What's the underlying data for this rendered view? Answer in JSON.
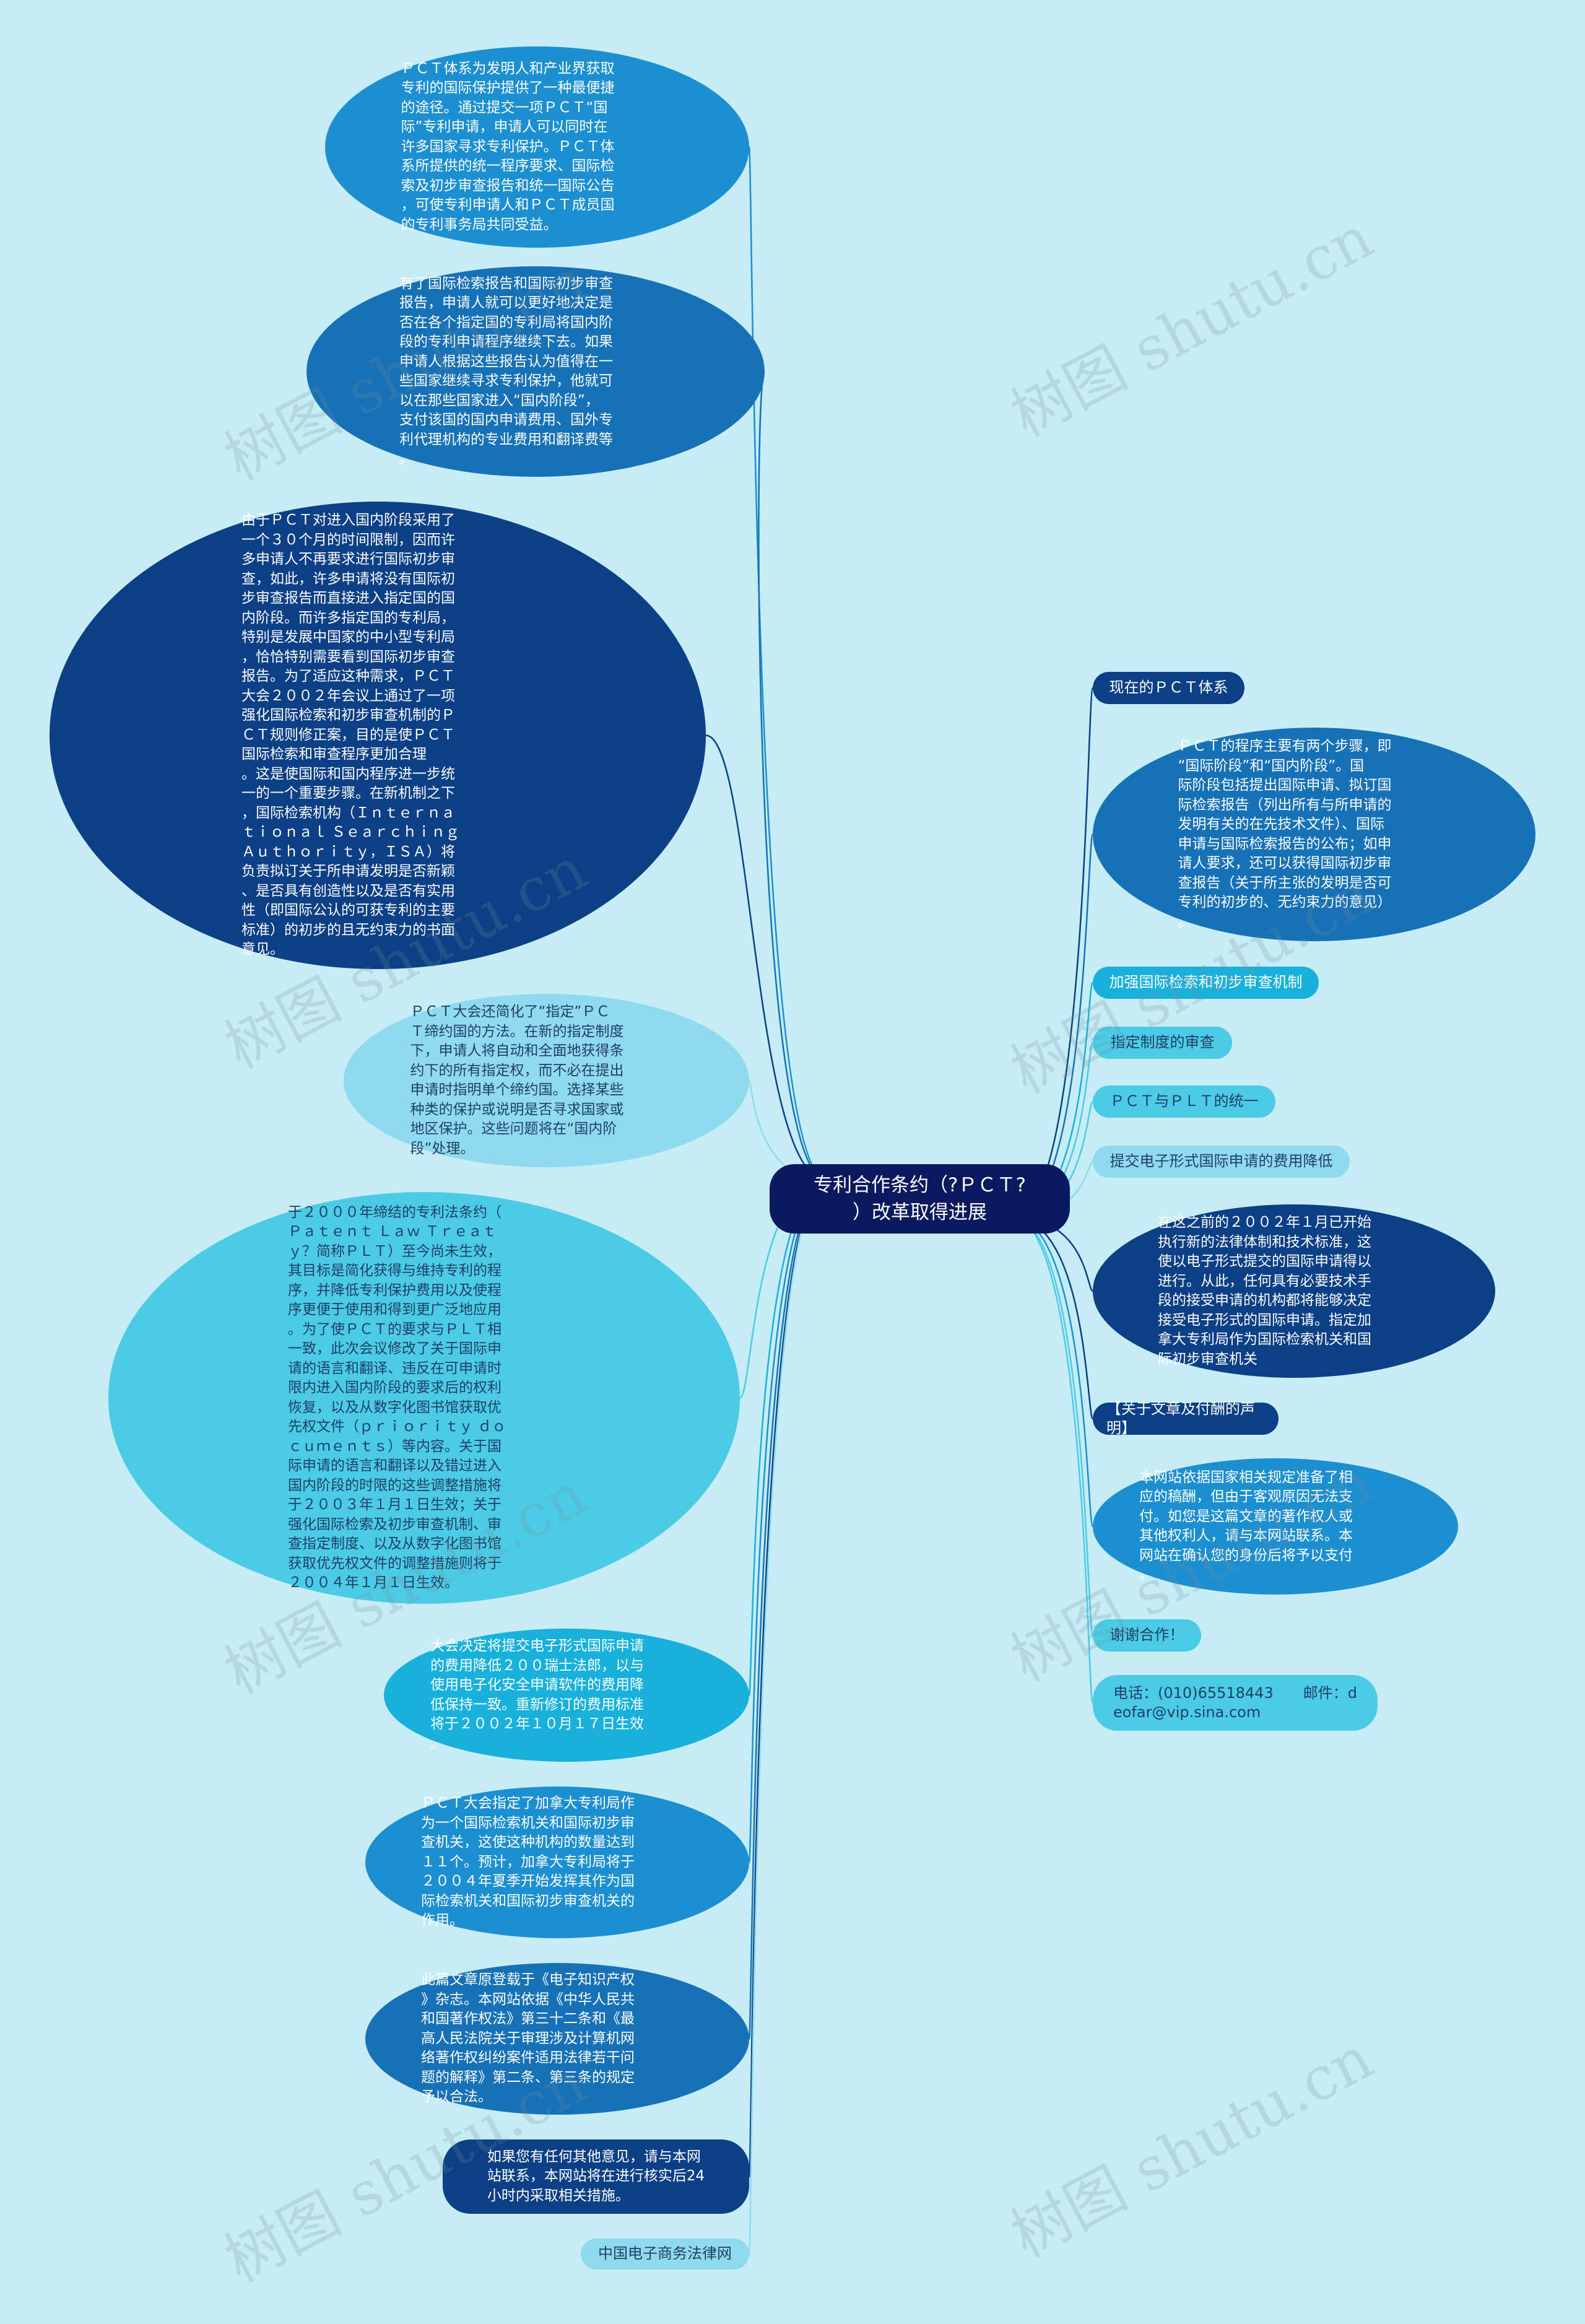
{
  "central": {
    "title": "专利合作条约（?ＰＣＴ?\n）改革取得进展"
  },
  "left_nodes": [
    {
      "text": "ＰＣＴ体系为发明人和产业界获取\n专利的国际保护提供了一种最便捷\n的途径。通过提交一项ＰＣＴ“国\n际”专利申请，申请人可以同时在\n许多国家寻求专利保护。ＰＣＴ体\n系所提供的统一程序要求、国际检\n索及初步审查报告和统一国际公告\n，可使专利申请人和ＰＣＴ成员国\n的专利事务局共同受益。",
      "color": "#1c8fd1"
    },
    {
      "text": "有了国际检索报告和国际初步审查\n报告，申请人就可以更好地决定是\n否在各个指定国的专利局将国内阶\n段的专利申请程序继续下去。如果\n申请人根据这些报告认为值得在一\n些国家继续寻求专利保护，他就可\n以在那些国家进入“国内阶段”，\n支付该国的国内申请费用、国外专\n利代理机构的专业费用和翻译费等\n。",
      "color": "#1671b6"
    },
    {
      "text": "由于ＰＣＴ对进入国内阶段采用了\n一个３０个月的时间限制，因而许\n多申请人不再要求进行国际初步审\n查，如此，许多申请将没有国际初\n步审查报告而直接进入指定国的国\n内阶段。而许多指定国的专利局，\n特别是发展中国家的中小型专利局\n，恰恰特别需要看到国际初步审查\n报告。为了适应这种需求，ＰＣＴ\n大会２００２年会议上通过了一项\n强化国际检索和初步审查机制的Ｐ\nＣＴ规则修正案，目的是使ＰＣＴ\n国际检索和审查程序更加合理\n。这是使国际和国内程序进一步统\n一的一个重要步骤。在新机制之下\n，国际检索机构（Ｉｎｔｅｒｎａ\nｔｉｏｎａｌ Ｓｅａｒｃｈｉｎｇ\n Ａｕｔｈｏｒｉｔｙ，ＩＳＡ）将\n负责拟订关于所申请发明是否新颖\n、是否具有创造性以及是否有实用\n性（即国际公认的可获专利的主要\n标准）的初步的且无约束力的书面\n意见。",
      "color": "#0b3f86"
    },
    {
      "text": "ＰＣＴ大会还简化了“指定”ＰＣ\nＴ缔约国的方法。在新的指定制度\n下，申请人将自动和全面地获得条\n约下的所有指定权，而不必在提出\n申请时指明单个缔约国。选择某些\n种类的保护或说明是否寻求国家或\n地区保护。这些问题将在“国内阶\n段”处理。",
      "color": "#8fdaef",
      "dark": true
    },
    {
      "text": "于２０００年缔结的专利法条约（\nＰａｔｅｎｔ Ｌａｗ Ｔｒｅａｔ\nｙ？简称ＰＬＴ）至今尚未生效，\n其目标是简化获得与维持专利的程\n序，并降低专利保护费用以及使程\n序更便于使用和得到更广泛地应用\n。为了使ＰＣＴ的要求与ＰＬＴ相\n一致，此次会议修改了关于国际申\n请的语言和翻译、违反在可申请时\n限内进入国内阶段的要求后的权利\n恢复，以及从数字化图书馆获取优\n先权文件（ｐｒｉｏｒｉｔｙ ｄｏ\nｃｕｍｅｎｔｓ）等内容。关于国\n际申请的语言和翻译以及错过进入\n国内阶段的时限的这些调整措施将\n于２００３年１月１日生效；关于\n强化国际检索及初步审查机制、审\n查指定制度、以及从数字化图书馆\n获取优先权文件的调整措施则将于\n２００４年１月１日生效。",
      "color": "#4ccbe6",
      "dark": true
    },
    {
      "text": "大会决定将提交电子形式国际申请\n的费用降低２００瑞士法郎，以与\n使用电子化安全申请软件的费用降\n低保持一致。重新修订的费用标准\n将于２００２年１０月１７日生效\n。",
      "color": "#18b1dc"
    },
    {
      "text": "ＰＣＴ大会指定了加拿大专利局作\n为一个国际检索机关和国际初步审\n查机关，这使这种机构的数量达到\n１１个。预计，加拿大专利局将于\n２００４年夏季开始发挥其作为国\n际检索机关和国际初步审查机关的\n作用。",
      "color": "#1c8fd1"
    },
    {
      "text": "此篇文章原登载于《电子知识产权\n》杂志。本网站依据《中华人民共\n和国著作权法》第三十二条和《最\n高人民法院关于审理涉及计算机网\n络著作权纠纷案件适用法律若干问\n题的解释》第二条、第三条的规定\n予以合法。",
      "color": "#1671b6"
    },
    {
      "text": "如果您有任何其他意见，请与本网\n站联系，本网站将在进行核实后24\n小时内采取相关措施。",
      "color": "#0b3f86"
    },
    {
      "text": "中国电子商务法律网",
      "color": "#8fdaef",
      "dark": true
    }
  ],
  "right_nodes": [
    {
      "text": "现在的ＰＣＴ体系",
      "color": "#0b3f86"
    },
    {
      "text": "ＰＣＴ的程序主要有两个步骤，即\n“国际阶段”和“国内阶段”。国\n际阶段包括提出国际申请、拟订国\n际检索报告（列出所有与所申请的\n发明有关的在先技术文件）、国际\n申请与国际检索报告的公布；如申\n请人要求，还可以获得国际初步审\n查报告（关于所主张的发明是否可\n专利的初步的、无约束力的意见）\n。",
      "color": "#1671b6"
    },
    {
      "text": "加强国际检索和初步审查机制",
      "color": "#18b1dc"
    },
    {
      "text": "指定制度的审查",
      "color": "#4ccbe6",
      "dark": true
    },
    {
      "text": "ＰＣＴ与ＰＬＴ的统一",
      "color": "#4ccbe6",
      "dark": true
    },
    {
      "text": "提交电子形式国际申请的费用降低",
      "color": "#8fdaef",
      "dark": true
    },
    {
      "text": "在这之前的２００２年１月已开始\n执行新的法律体制和技术标准，这\n使以电子形式提交的国际申请得以\n进行。从此，任何具有必要技术手\n段的接受申请的机构都将能够决定\n接受电子形式的国际申请。指定加\n拿大专利局作为国际检索机关和国\n际初步审查机关",
      "color": "#0b3f86"
    },
    {
      "text": "【关于文章及付酬的声明】",
      "color": "#0b3f86"
    },
    {
      "text": "本网站依据国家相关规定准备了相\n应的稿酬，但由于客观原因无法支\n付。如您是这篇文章的著作权人或\n其他权利人，请与本网站联系。本\n网站在确认您的身份后将予以支付\n。",
      "color": "#1c8fd1"
    },
    {
      "text": "谢谢合作！",
      "color": "#4ccbe6",
      "dark": true
    },
    {
      "text": "电话：(010)65518443　　邮件：d\neofar@vip.sina.com",
      "color": "#4ccbe6",
      "dark": true
    }
  ],
  "watermark": "树图 shutu.cn",
  "colors": {
    "background": "#c6ecf5",
    "central": "#0b1a5e"
  }
}
